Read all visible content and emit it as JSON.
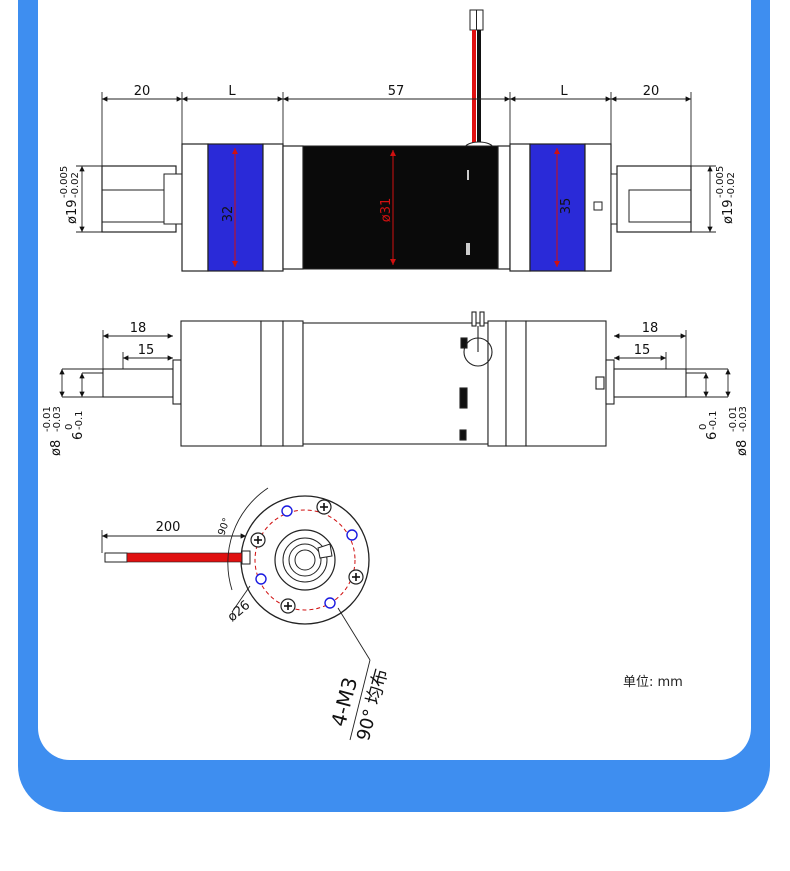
{
  "top_view": {
    "dim_shaft_left": "20",
    "dim_gear_left": "L",
    "dim_motor": "57",
    "dim_gear_right": "L",
    "dim_shaft_right": "20",
    "tol_left_main": "ø19",
    "tol_left_upper": "-0.005",
    "tol_left_lower": "-0.02",
    "tol_right_main": "ø19",
    "tol_right_upper": "-0.005",
    "tol_right_lower": "-0.02",
    "gear_left_dia": "32",
    "motor_dia": "ø31",
    "gear_right_dia": "35"
  },
  "middle_view": {
    "dim_left_18": "18",
    "dim_left_15": "15",
    "dim_right_18": "18",
    "dim_right_15": "15",
    "left_tol_a_main": "ø8",
    "left_tol_a_upper": "-0.01",
    "left_tol_a_lower": "-0.03",
    "left_tol_b_main": "6",
    "left_tol_b_upper": "0",
    "left_tol_b_lower": "-0.1",
    "right_tol_a_main": "ø8",
    "right_tol_a_upper": "-0.01",
    "right_tol_a_lower": "-0.03",
    "right_tol_b_main": "6",
    "right_tol_b_upper": "0",
    "right_tol_b_lower": "-0.1"
  },
  "end_view": {
    "wire_length": "200",
    "angle": "90°",
    "pcd": "ø26",
    "thread_spec": "4-M3",
    "thread_spacing": "90° 均布"
  },
  "unit_label": "单位: mm",
  "colors": {
    "frame_blue": "#3e8ef0",
    "gear_blue": "#2a2ad8",
    "motor_black": "#0a0a0a",
    "wire_red": "#e01010",
    "dim_red": "#d01010"
  }
}
